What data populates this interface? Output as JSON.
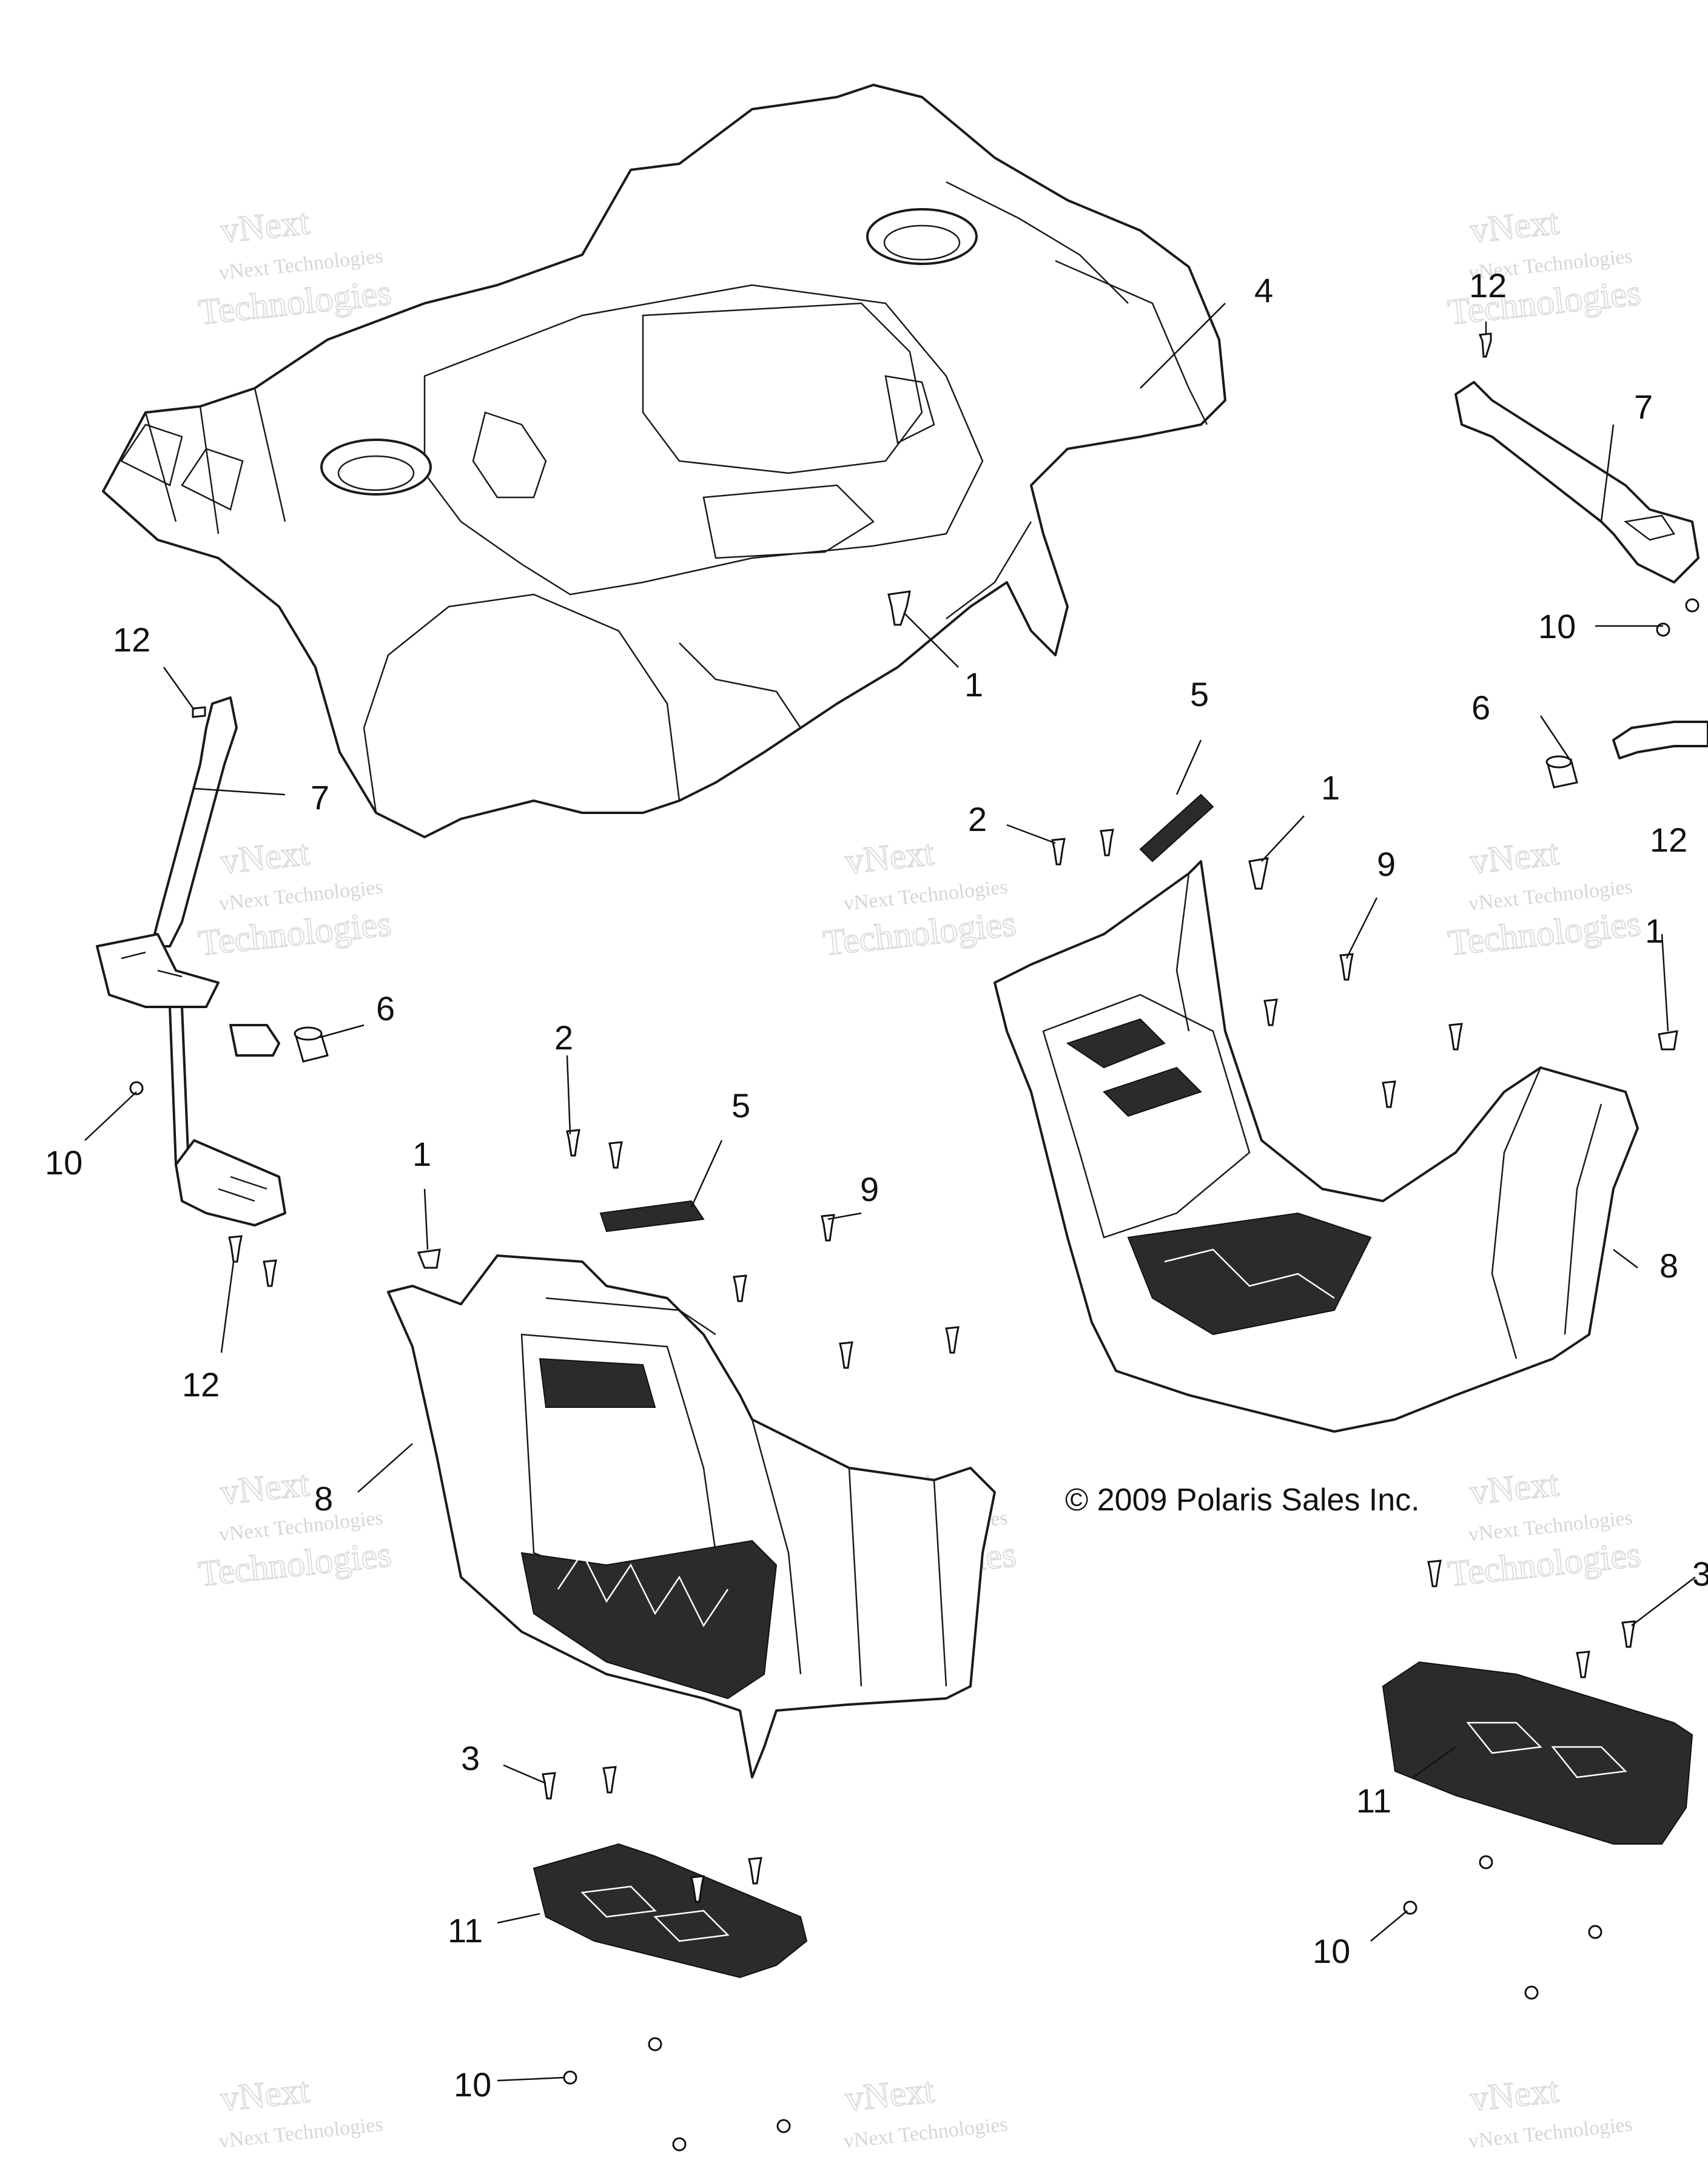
{
  "copyright": "© 2009 Polaris Sales Inc.",
  "watermark": {
    "line1": "vNext Technologies",
    "line2": "vNext",
    "line3": "Technologies"
  },
  "callouts": [
    {
      "id": "c1",
      "label": "4"
    },
    {
      "id": "c2",
      "label": "1"
    },
    {
      "id": "c3",
      "label": "12"
    },
    {
      "id": "c4",
      "label": "7"
    },
    {
      "id": "c5",
      "label": "10"
    },
    {
      "id": "c6",
      "label": "6"
    },
    {
      "id": "c7",
      "label": "12"
    },
    {
      "id": "c8",
      "label": "7"
    },
    {
      "id": "c9",
      "label": "10"
    },
    {
      "id": "c10",
      "label": "6"
    },
    {
      "id": "c11",
      "label": "12"
    },
    {
      "id": "c12",
      "label": "5"
    },
    {
      "id": "c13",
      "label": "2"
    },
    {
      "id": "c14",
      "label": "1"
    },
    {
      "id": "c15",
      "label": "9"
    },
    {
      "id": "c16",
      "label": "1"
    },
    {
      "id": "c17",
      "label": "8"
    },
    {
      "id": "c18",
      "label": "2"
    },
    {
      "id": "c19",
      "label": "5"
    },
    {
      "id": "c20",
      "label": "1"
    },
    {
      "id": "c21",
      "label": "9"
    },
    {
      "id": "c22",
      "label": "12"
    },
    {
      "id": "c23",
      "label": "8"
    },
    {
      "id": "c24",
      "label": "3"
    },
    {
      "id": "c25",
      "label": "3"
    },
    {
      "id": "c26",
      "label": "11"
    },
    {
      "id": "c27",
      "label": "11"
    },
    {
      "id": "c28",
      "label": "10"
    },
    {
      "id": "c29",
      "label": "10"
    }
  ]
}
